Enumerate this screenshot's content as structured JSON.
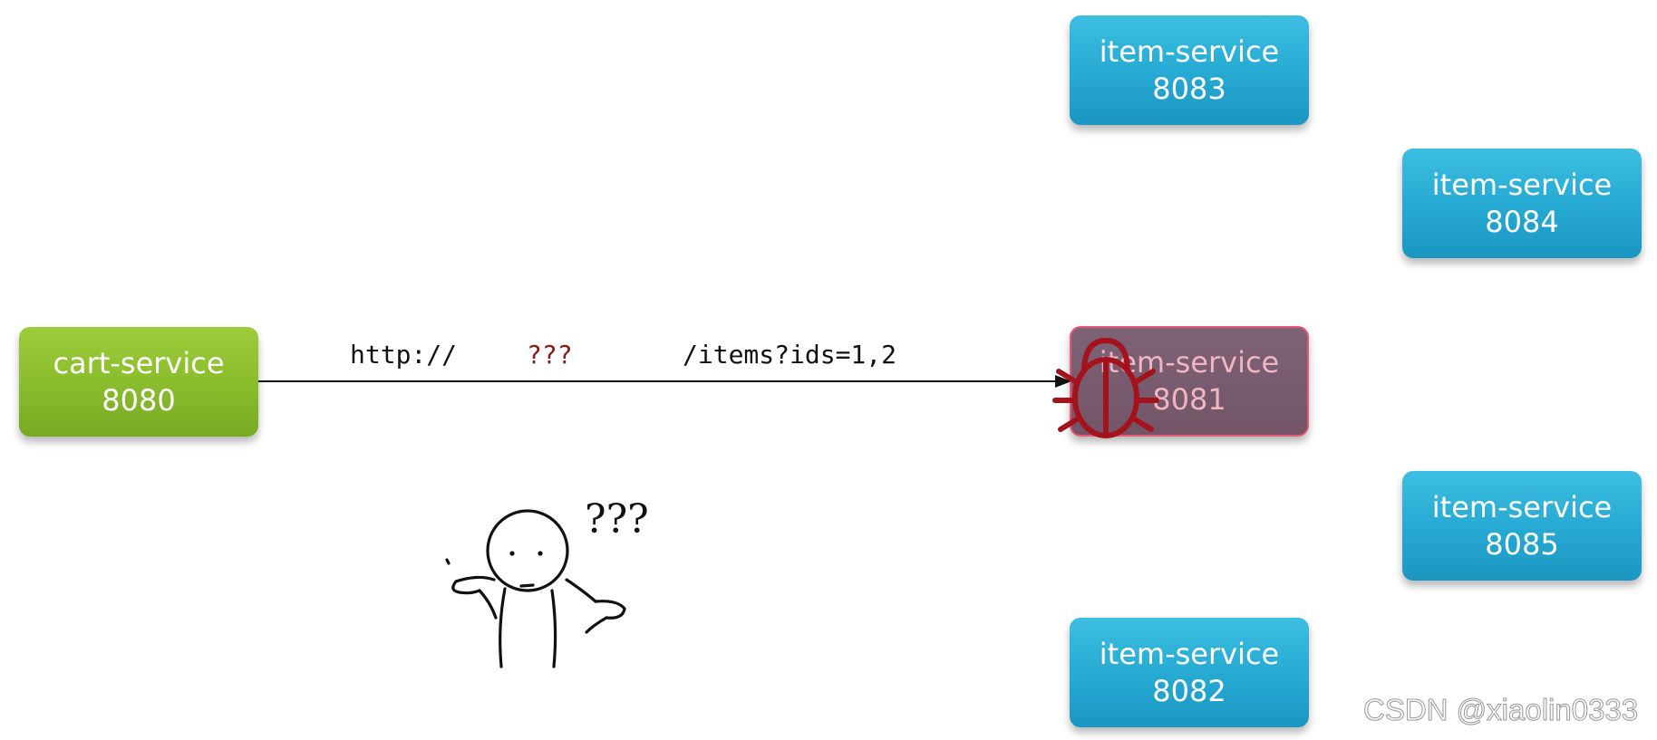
{
  "cart_service": {
    "name": "cart-service",
    "port": "8080",
    "color": "#89bc2c"
  },
  "request": {
    "scheme": "http://",
    "host": "???",
    "path": "/items?ids=1,2"
  },
  "item_services": {
    "s8083": {
      "name": "item-service",
      "port": "8083",
      "status": "up"
    },
    "s8084": {
      "name": "item-service",
      "port": "8084",
      "status": "up"
    },
    "s8081": {
      "name": "item-service",
      "port": "8081",
      "status": "failed"
    },
    "s8085": {
      "name": "item-service",
      "port": "8085",
      "status": "up"
    },
    "s8082": {
      "name": "item-service",
      "port": "8082",
      "status": "up"
    }
  },
  "colors": {
    "service_blue": "#25a8d2",
    "failed_overlay": "#735567",
    "bug_red": "#a4121c"
  },
  "icons": {
    "bug": "bug-icon",
    "confused_person": "confused-person-icon"
  },
  "confused_marks": "???",
  "watermark": "CSDN @xiaolin0333"
}
